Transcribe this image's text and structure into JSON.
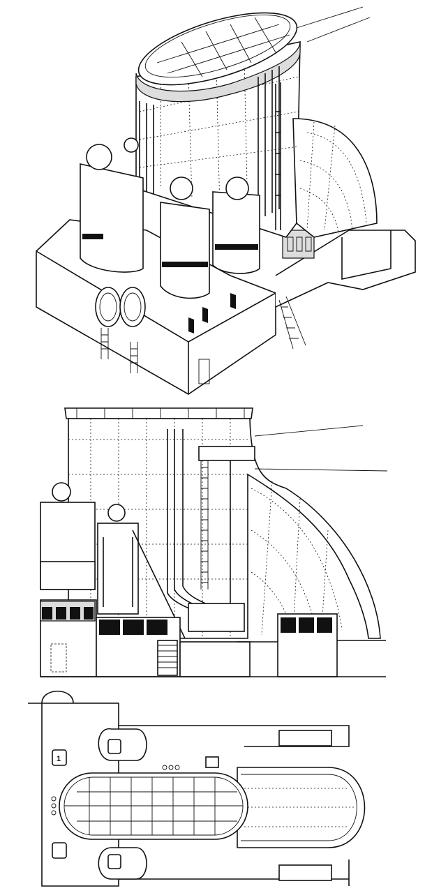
{
  "drawing": {
    "views": [
      "isometric-view",
      "side-elevation",
      "plan-view"
    ],
    "plan_labels": {
      "uptake_number": "1"
    },
    "colors": {
      "ink": "#111111",
      "paper": "#ffffff"
    }
  }
}
